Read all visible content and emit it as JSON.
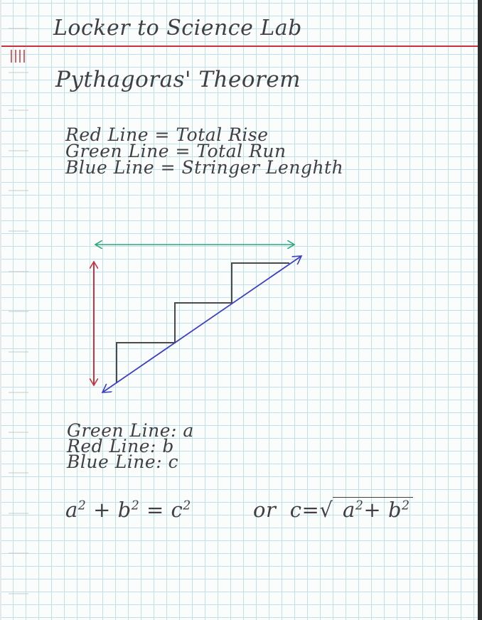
{
  "notebook": {
    "title": "Locker to Science Lab",
    "subtitle": "Pythagoras' Theorem",
    "legend": [
      "Red Line = Total Rise",
      "Green Line = Total Run",
      "Blue Line = Stringer Lenghth"
    ],
    "variables": [
      "Green Line: a",
      "Red Line: b",
      "Blue Line: c"
    ],
    "formula_left": {
      "a": "a",
      "b": "b",
      "c": "c",
      "sq": "2"
    },
    "formula_right": {
      "or": "or",
      "c": "c",
      "a": "a",
      "b": "b",
      "sq": "2"
    }
  },
  "colors": {
    "red_line": "#c8313d",
    "green_line": "#2aa87a",
    "blue_line": "#3b3fc4",
    "stairs": "#4a4a4a",
    "ink": "#3f3f44",
    "grid": "#bfe0e8"
  },
  "icons": [
    "stair-diagram"
  ]
}
